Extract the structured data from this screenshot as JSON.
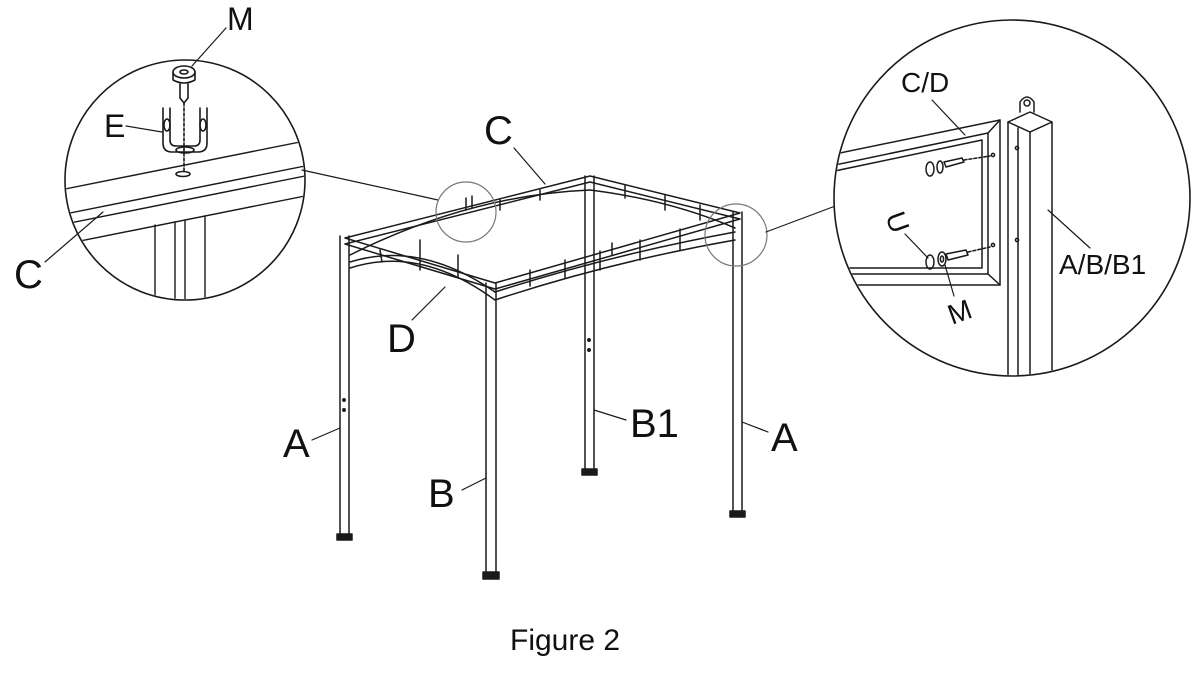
{
  "figure": {
    "caption": "Figure 2",
    "labels": {
      "M_top": "M",
      "E": "E",
      "C_detail": "C",
      "C_main": "C",
      "D": "D",
      "A_left": "A",
      "A_right": "A",
      "B": "B",
      "B1": "B1",
      "CD": "C/D",
      "U": "U",
      "M_right": "M",
      "ABB1": "A/B/B1"
    }
  }
}
